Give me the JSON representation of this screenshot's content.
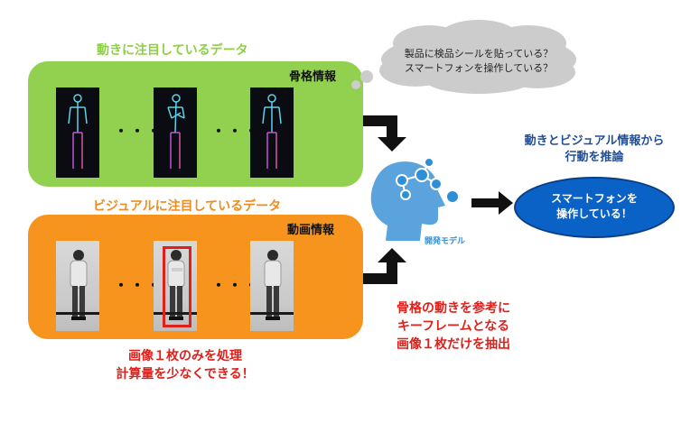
{
  "skeleton_section": {
    "title": "動きに注目しているデータ",
    "panel_label": "骨格情報",
    "separator": "・・・"
  },
  "visual_section": {
    "title": "ビジュアルに注目しているデータ",
    "panel_label": "動画情報",
    "separator": "・・・"
  },
  "thought_bubble": {
    "line1": "製品に検品シールを貼っている？",
    "line2": "スマートフォンを操作している？"
  },
  "model": {
    "label": "開発モデル"
  },
  "inference": {
    "line1": "動きとビジュアル情報から",
    "line2": "行動を推論"
  },
  "result": {
    "line1": "スマートフォンを",
    "line2": "操作している！"
  },
  "keyframe_note": {
    "line1": "骨格の動きを参考に",
    "line2": "キーフレームとなる",
    "line3": "画像１枚だけを抽出"
  },
  "process_note": {
    "line1": "画像１枚のみを処理",
    "line2": "計算量を少なくできる！"
  },
  "colors": {
    "green_panel": "#92d050",
    "orange_panel": "#f7941d",
    "red_text": "#e0201b",
    "blue_text": "#1f4e99",
    "result_ellipse": "#0b62c6",
    "model_icon": "#4a9fdc"
  }
}
